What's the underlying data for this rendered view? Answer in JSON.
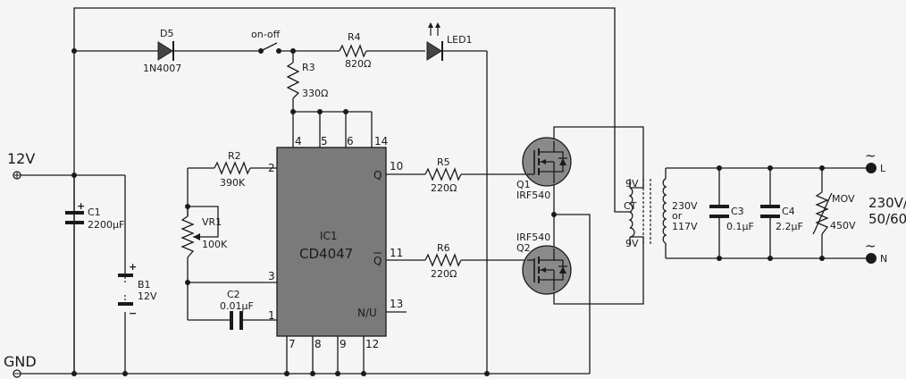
{
  "supply": {
    "positive": "12V",
    "ground": "GND"
  },
  "ic": {
    "ref": "IC1",
    "name": "CD4047",
    "pin_labels": {
      "q": "Q",
      "qbar": "Q",
      "nu": "N/U"
    },
    "pins": {
      "p1": "1",
      "p2": "2",
      "p3": "3",
      "p4": "4",
      "p5": "5",
      "p6": "6",
      "p7": "7",
      "p8": "8",
      "p9": "9",
      "p10": "10",
      "p11": "11",
      "p12": "12",
      "p13": "13",
      "p14": "14"
    }
  },
  "components": {
    "d5": {
      "ref": "D5",
      "value": "1N4007"
    },
    "switch": {
      "label": "on-off"
    },
    "r3": {
      "ref": "R3",
      "value": "330Ω"
    },
    "r4": {
      "ref": "R4",
      "value": "820Ω"
    },
    "led1": {
      "ref": "LED1"
    },
    "c1": {
      "ref": "C1",
      "value": "2200µF"
    },
    "b1": {
      "ref": "B1",
      "value": "12V"
    },
    "r2": {
      "ref": "R2",
      "value": "390K"
    },
    "vr1": {
      "ref": "VR1",
      "value": "100K"
    },
    "c2": {
      "ref": "C2",
      "value": "0.01µF"
    },
    "r5": {
      "ref": "R5",
      "value": "220Ω"
    },
    "r6": {
      "ref": "R6",
      "value": "220Ω"
    },
    "q1": {
      "ref": "Q1",
      "part": "IRF540"
    },
    "q2": {
      "ref": "Q2",
      "part": "IRF540"
    },
    "transformer": {
      "sec_top": "9V",
      "ct": "CT",
      "sec_bottom": "9V",
      "pri_line1": "230V",
      "pri_line2": "or",
      "pri_line3": "117V"
    },
    "c3": {
      "ref": "C3",
      "value": "0.1µF"
    },
    "c4": {
      "ref": "C4",
      "value": "2.2µF"
    },
    "mov": {
      "ref": "MOV",
      "value": "450V"
    }
  },
  "output": {
    "line": "L",
    "neutral": "N",
    "voltage": "230V/",
    "frequency": "50/60"
  },
  "colors": {
    "wire": "#1a1a1a",
    "ic_body": "#7a7a7a",
    "mosfet_body": "#8a8a8a",
    "background": "#f4f5f4"
  },
  "icons": {
    "antiparallel": "body-diode-icon",
    "ac_terminal": "ac-tilde-icon"
  }
}
